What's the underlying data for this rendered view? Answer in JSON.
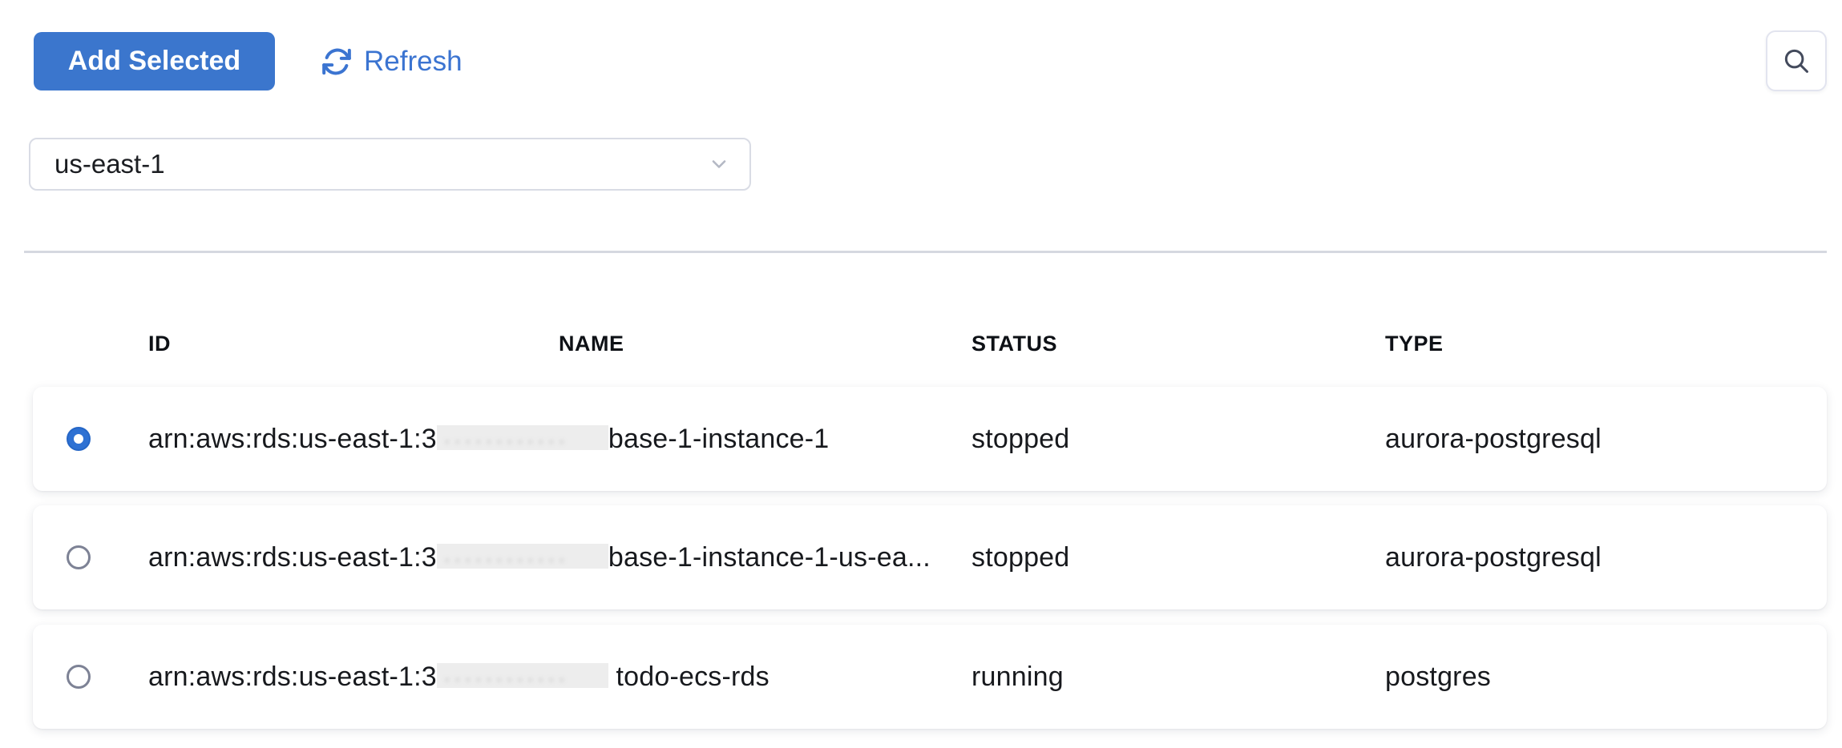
{
  "toolbar": {
    "add_selected_label": "Add Selected",
    "refresh_label": "Refresh"
  },
  "search": {
    "icon": "magnifier"
  },
  "region_select": {
    "value": "us-east-1",
    "chevron_icon": "chevron-down"
  },
  "table": {
    "columns": [
      "ID",
      "NAME",
      "STATUS",
      "TYPE"
    ],
    "rows": [
      {
        "selected": true,
        "id_prefix": "arn:aws:rds:us-east-1:3",
        "redacted": true,
        "name_suffix": "base-1-instance-1",
        "status": "stopped",
        "type": "aurora-postgresql"
      },
      {
        "selected": false,
        "id_prefix": "arn:aws:rds:us-east-1:3",
        "redacted": true,
        "name_suffix": "base-1-instance-1-us-ea...",
        "status": "stopped",
        "type": "aurora-postgresql"
      },
      {
        "selected": false,
        "id_prefix": "arn:aws:rds:us-east-1:3",
        "redacted": true,
        "name_suffix": " todo-ecs-rds",
        "status": "running",
        "type": "postgres"
      }
    ]
  },
  "colors": {
    "primary_button": "#3b76cd",
    "refresh_link": "#3b74d1",
    "radio_selected": "#2e71d3",
    "divider": "#d5d8e0",
    "redaction_box": "#ededed",
    "text": "#17191d"
  }
}
